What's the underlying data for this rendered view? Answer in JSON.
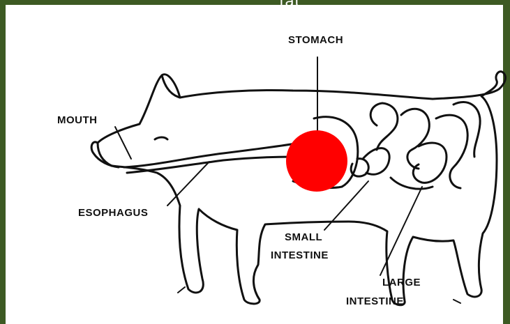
{
  "header": {
    "partial_text": "fat"
  },
  "diagram": {
    "labels": {
      "stomach": "STOMACH",
      "mouth": "MOUTH",
      "esophagus": "ESOPHAGUS",
      "small_intestine_line1": "SMALL",
      "small_intestine_line2": "INTESTINE",
      "large_intestine_line1": "LARGE",
      "large_intestine_line2": "INTESTINE"
    },
    "marker_color": "#ff0000"
  }
}
